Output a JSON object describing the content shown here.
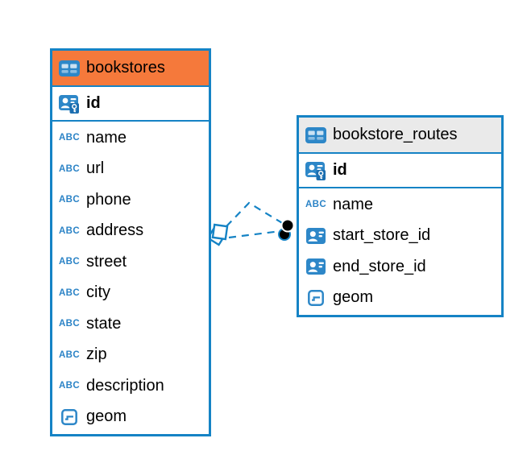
{
  "diagram": {
    "background_color": "#ffffff",
    "accent_color": "#1583c5",
    "tables": [
      {
        "title": "bookstores",
        "title_icon": "table-icon",
        "header_color": "#f5793b",
        "primary_key": {
          "name": "id",
          "icon": "primary-key-icon"
        },
        "columns": [
          {
            "name": "name",
            "icon": "text-icon"
          },
          {
            "name": "url",
            "icon": "text-icon"
          },
          {
            "name": "phone",
            "icon": "text-icon"
          },
          {
            "name": "address",
            "icon": "text-icon"
          },
          {
            "name": "street",
            "icon": "text-icon"
          },
          {
            "name": "city",
            "icon": "text-icon"
          },
          {
            "name": "state",
            "icon": "text-icon"
          },
          {
            "name": "zip",
            "icon": "text-icon"
          },
          {
            "name": "description",
            "icon": "text-icon"
          },
          {
            "name": "geom",
            "icon": "geometry-icon"
          }
        ]
      },
      {
        "title": "bookstore_routes",
        "title_icon": "table-icon",
        "header_color": "#eaeaea",
        "primary_key": {
          "name": "id",
          "icon": "primary-key-icon"
        },
        "columns": [
          {
            "name": "name",
            "icon": "text-icon"
          },
          {
            "name": "start_store_id",
            "icon": "reference-icon"
          },
          {
            "name": "end_store_id",
            "icon": "reference-icon"
          },
          {
            "name": "geom",
            "icon": "geometry-icon"
          }
        ]
      }
    ],
    "relationships": [
      {
        "from": "bookstores",
        "to": "bookstore_routes",
        "line_style": "dashed",
        "line_color": "#1583c5",
        "source_marker": "overlapping-squares",
        "target_marker": "black-dot"
      },
      {
        "from": "bookstores",
        "to": "bookstore_routes",
        "line_style": "dashed",
        "line_color": "#1583c5",
        "source_marker": "overlapping-squares",
        "target_marker": "black-dot"
      }
    ]
  }
}
